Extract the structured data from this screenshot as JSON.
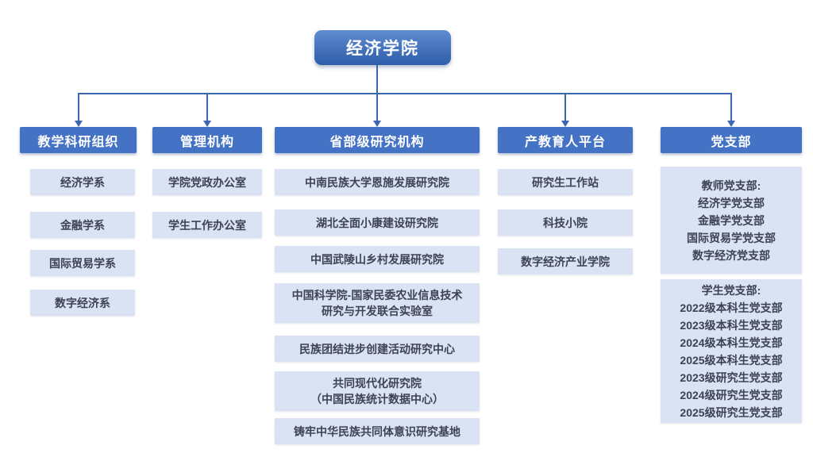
{
  "title": "经济学院",
  "columns": [
    {
      "header": "教学科研组织",
      "items": [
        [
          "经济学系"
        ],
        [
          "金融学系"
        ],
        [
          "国际贸易学系"
        ],
        [
          "数字经济系"
        ]
      ]
    },
    {
      "header": "管理机构",
      "items": [
        [
          "学院党政办公室"
        ],
        [
          "学生工作办公室"
        ]
      ]
    },
    {
      "header": "省部级研究机构",
      "items": [
        [
          "中南民族大学恩施发展研究院"
        ],
        [
          "湖北全面小康建设研究院"
        ],
        [
          "中国武陵山乡村发展研究院"
        ],
        [
          "中国科学院-国家民委农业信息技术",
          "研究与开发联合实验室"
        ],
        [
          "民族团结进步创建活动研究中心"
        ],
        [
          "共同现代化研究院",
          "（中国民族统计数据中心）"
        ],
        [
          "铸牢中华民族共同体意识研究基地"
        ]
      ]
    },
    {
      "header": "产教育人平台",
      "items": [
        [
          "研究生工作站"
        ],
        [
          "科技小院"
        ],
        [
          "数字经济产业学院"
        ]
      ]
    },
    {
      "header": "党支部",
      "items": [
        [
          "教师党支部:",
          "经济学党支部",
          "金融学党支部",
          "国际贸易学党支部",
          "数字经济党支部"
        ],
        [
          "学生党支部:",
          "2022级本科生党支部",
          "2023级本科生党支部",
          "2024级本科生党支部",
          "2025级本科生党支部",
          "2023级研究生党支部",
          "2024级研究生党支部",
          "2025级研究生党支部"
        ]
      ]
    }
  ],
  "colors": {
    "header_bg": "#4472c4",
    "box_bg": "#dae3f3",
    "box_text": "#3d4254",
    "line": "#3b67ae",
    "root_top": "#5f8cd1",
    "root_bottom": "#2f5da8"
  }
}
